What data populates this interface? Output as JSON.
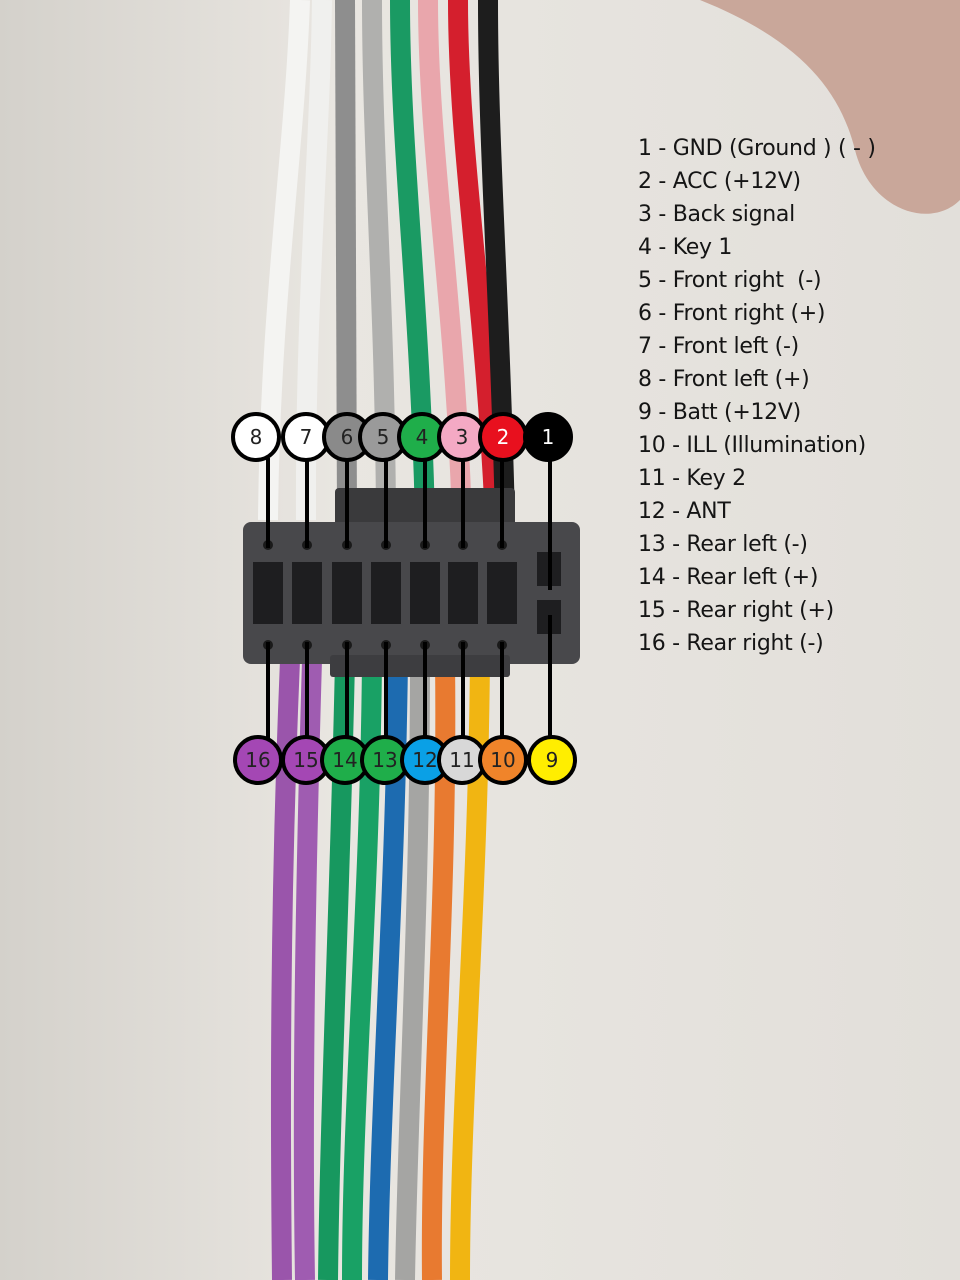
{
  "legend": [
    "1 - GND (Ground ) ( - )",
    "2 - ACC (+12V)",
    "3 - Back signal",
    "4 - Key 1",
    "5 - Front right  (-)",
    "6 - Front right (+)",
    "7 - Front left (-)",
    "8 - Front left (+)",
    "9 - Batt (+12V)",
    "10 - ILL (Illumination)",
    "11 - Key 2",
    "12 - ANT",
    "13 - Rear left (-)",
    "14 - Rear left (+)",
    "15 - Rear right (+)",
    "16 - Rear right (-)"
  ],
  "top_pins": [
    {
      "label": "8",
      "color": "#ffffff",
      "text": "#222222"
    },
    {
      "label": "7",
      "color": "#ffffff",
      "text": "#222222"
    },
    {
      "label": "6",
      "color": "#8a8a8a",
      "text": "#222222"
    },
    {
      "label": "5",
      "color": "#9a9a9a",
      "text": "#222222"
    },
    {
      "label": "4",
      "color": "#1fae4a",
      "text": "#222222"
    },
    {
      "label": "3",
      "color": "#f4a9c4",
      "text": "#222222"
    },
    {
      "label": "2",
      "color": "#e8101e",
      "text": "#ffffff"
    },
    {
      "label": "1",
      "color": "#000000",
      "text": "#ffffff"
    }
  ],
  "bottom_pins": [
    {
      "label": "16",
      "color": "#a447b4",
      "text": "#222222"
    },
    {
      "label": "15",
      "color": "#a447b4",
      "text": "#222222"
    },
    {
      "label": "14",
      "color": "#1fae4a",
      "text": "#222222"
    },
    {
      "label": "13",
      "color": "#1fae4a",
      "text": "#222222"
    },
    {
      "label": "12",
      "color": "#0aa0e6",
      "text": "#222222"
    },
    {
      "label": "11",
      "color": "#d8d8d8",
      "text": "#222222"
    },
    {
      "label": "10",
      "color": "#f0842a",
      "text": "#222222"
    },
    {
      "label": "9",
      "color": "#ffee00",
      "text": "#222222"
    }
  ]
}
